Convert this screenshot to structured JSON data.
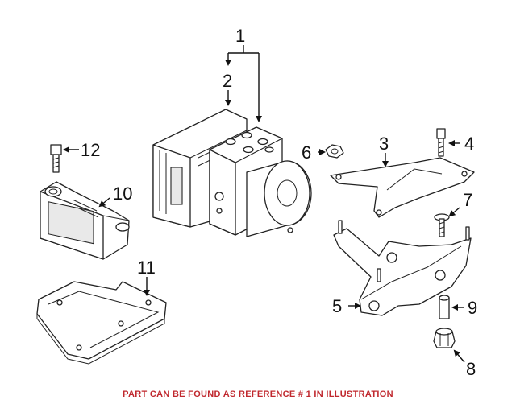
{
  "callouts": [
    "1",
    "2",
    "3",
    "4",
    "5",
    "6",
    "7",
    "8",
    "9",
    "10",
    "11",
    "12"
  ],
  "footer_note": "PART CAN BE FOUND AS REFERENCE # 1 IN ILLUSTRATION",
  "colors": {
    "footer": "#c0282e",
    "lines": "#222222",
    "background": "#ffffff"
  }
}
